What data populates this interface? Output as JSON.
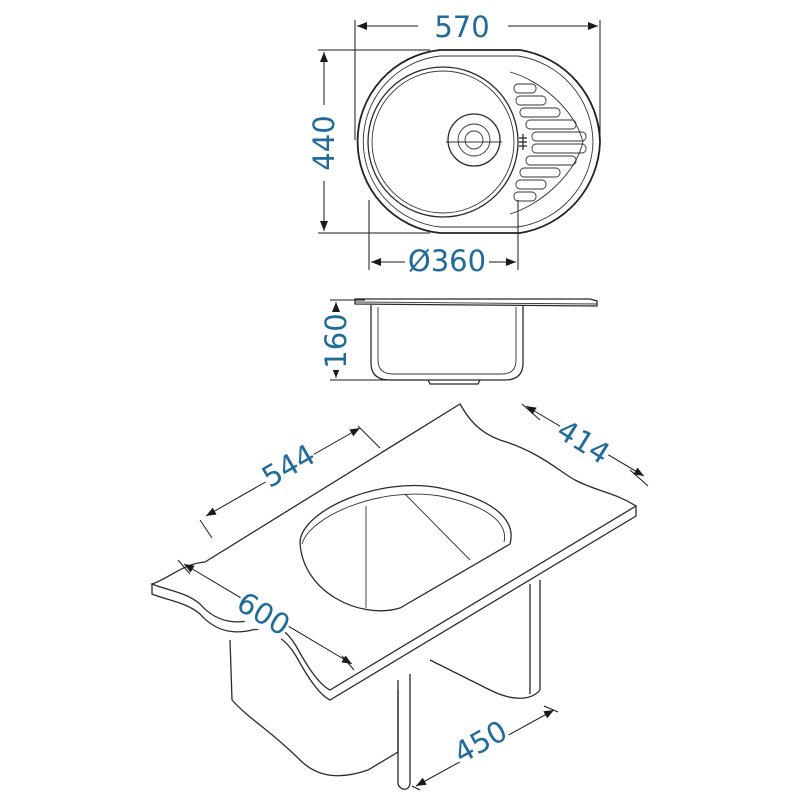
{
  "dimensions": {
    "width_top": "570",
    "depth_top": "440",
    "bowl_diameter": "Ø360",
    "bowl_depth": "160",
    "cutout_length": "544",
    "cutout_width": "414",
    "cabinet_width": "600",
    "cabinet_depth": "450"
  },
  "colors": {
    "dimension_text": "#1f6b9a",
    "line": "#2b2b2b"
  }
}
